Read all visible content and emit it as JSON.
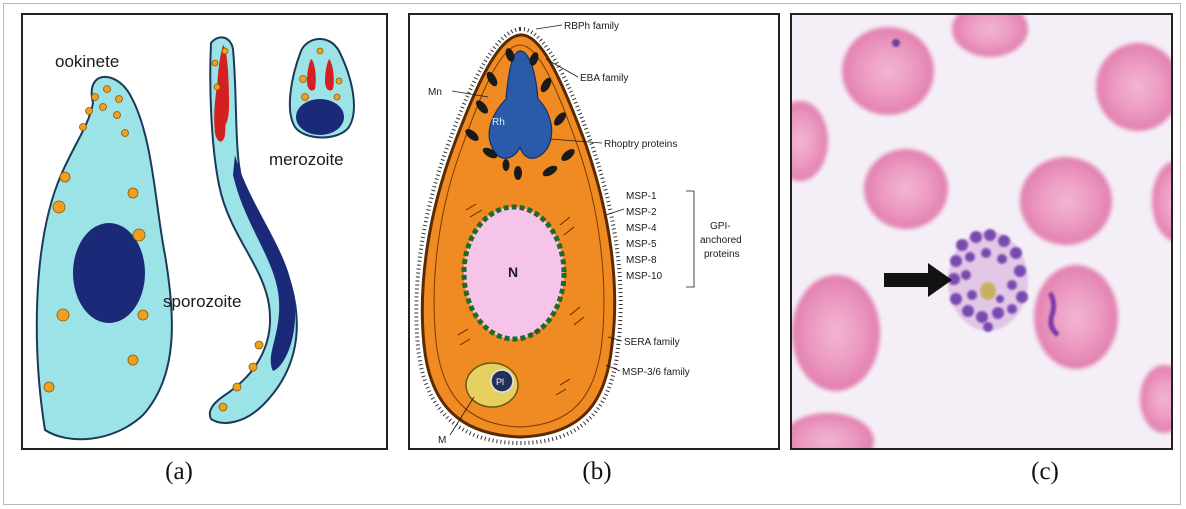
{
  "panel_a": {
    "labels": {
      "ookinete": "ookinete",
      "merozoite": "merozoite",
      "sporozoite": "sporozoite"
    },
    "caption": "(a)"
  },
  "panel_b": {
    "labels": {
      "rbph": "RBPh family",
      "eba": "EBA family",
      "mn": "Mn",
      "rh": "Rh",
      "rhoptry": "Rhoptry proteins",
      "msp1": "MSP-1",
      "msp2": "MSP-2",
      "msp4": "MSP-4",
      "msp5": "MSP-5",
      "msp8": "MSP-8",
      "msp10": "MSP-10",
      "gpi1": "GPI-",
      "gpi2": "anchored",
      "gpi3": "proteins",
      "n": "N",
      "sera": "SERA family",
      "msp36": "MSP-3/6 family",
      "pl": "Pl",
      "m": "M"
    },
    "caption": "(b)"
  },
  "panel_c": {
    "caption": "(c)"
  },
  "colors": {
    "cyan": "#9be3e6",
    "navy": "#1b2a78",
    "orange_dot": "#f0a020",
    "red": "#d42020",
    "cell_orange": "#f08a22",
    "nucleus_pink": "#f6c4e8",
    "rbc_pink": "#e886b3"
  }
}
